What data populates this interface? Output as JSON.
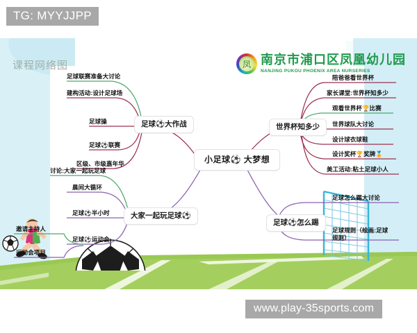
{
  "watermarks": {
    "telegram": "TG: MYYJJPP",
    "site": "www.play-35sports.com"
  },
  "poster": {
    "title": "课程网络图",
    "logo": {
      "name_cn": "南京市浦口区凤凰幼儿园",
      "name_en": "NANJING PUKOU PHOENIX AREA NURSERIES",
      "mark_glyph": "凤"
    }
  },
  "mindmap": {
    "center": "小足球⚽ 大梦想",
    "branches": [
      {
        "id": "branch-soccer-battle",
        "label": "足球⚽大作战",
        "side": "left",
        "color": "#9e3050",
        "leaves": [
          "足球联赛准备大讨论",
          "建构活动:设计足球场",
          "足球操",
          "足球⚽联赛",
          "区级、市级嘉年华"
        ]
      },
      {
        "id": "branch-play-together",
        "label": "大家一起玩足球⚽",
        "side": "left",
        "color": "#8a5fb0",
        "leaves": [
          "讨论:大家一起玩足球",
          "晨间大循环",
          "足球⚽半小时",
          "足球⚽运动会",
          "邀请主持人",
          "运动会项目"
        ]
      },
      {
        "id": "branch-worldcup",
        "label": "世界杯知多少",
        "side": "right",
        "color": "#9e3050",
        "leaves": [
          "陪爸爸看世界杯",
          "家长课堂:世界杯知多少",
          "观看世界杯🏆比赛",
          "世界球队大讨论",
          "设计球衣球鞋",
          "设计奖杯🏆奖牌🏅",
          "美工活动:粘土足球小人"
        ]
      },
      {
        "id": "branch-howto-play",
        "label": "足球⚽怎么踢",
        "side": "right",
        "color": "#8a5fb0",
        "leaves": [
          "足球怎么踢大讨论",
          "足球规则（绘画:足球规则）"
        ]
      }
    ]
  },
  "colors": {
    "maroon": "#9e3050",
    "purple": "#8a5fb0",
    "green_line": "#4ea96a",
    "brand_green": "#1f9a4d",
    "sky": "#d3eef7",
    "grass": "#a4cf5e",
    "watermark_gray": "#a8a8a8"
  }
}
